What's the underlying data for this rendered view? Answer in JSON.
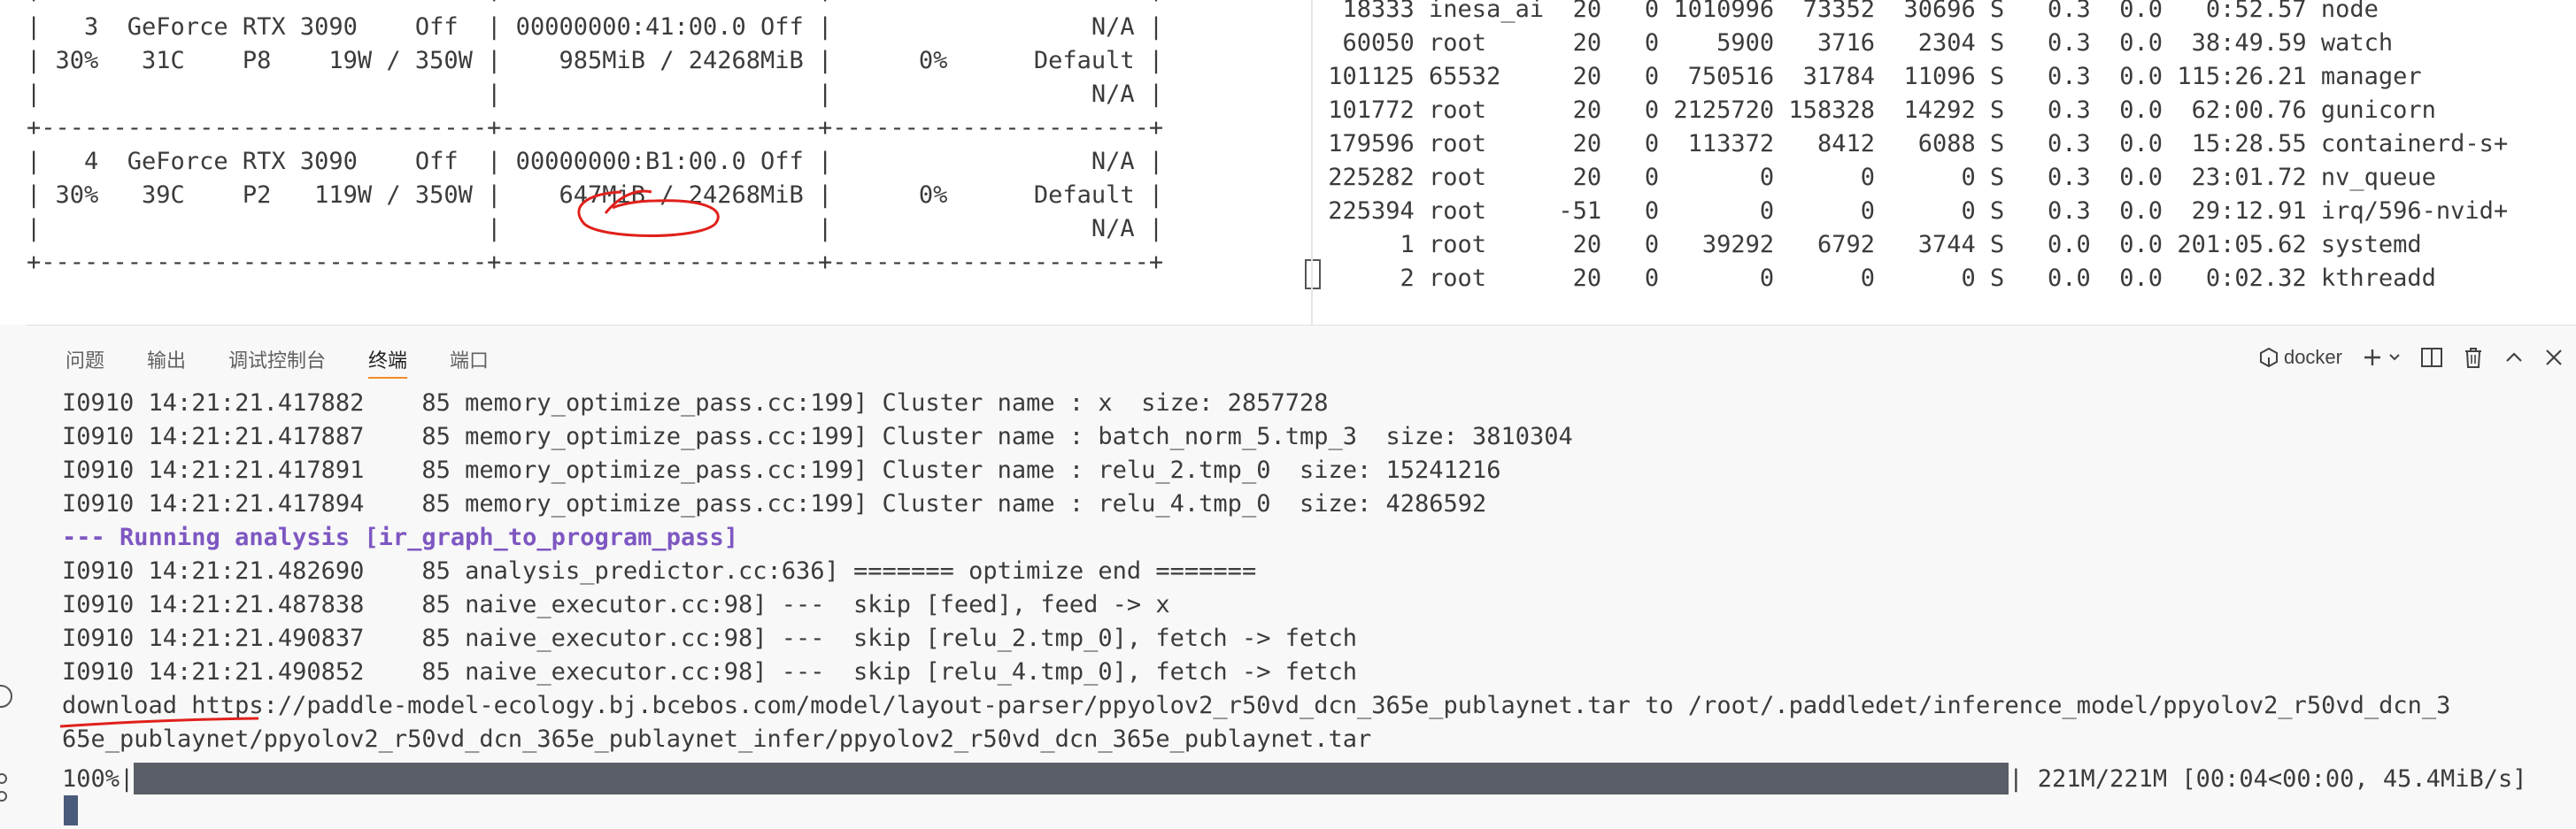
{
  "gpu_pane": {
    "lines": [
      "|   3  GeForce RTX 3090    Off  | 00000000:41:00.0 Off |                  N/A |",
      "| 30%   31C    P8    19W / 350W |    985MiB / 24268MiB |      0%      Default |",
      "|                               |                      |                  N/A |",
      "+-------------------------------+----------------------+----------------------+",
      "|   4  GeForce RTX 3090    Off  | 00000000:B1:00.0 Off |                  N/A |",
      "| 30%   39C    P2   119W / 350W |    647MiB / 24268MiB |      0%      Default |",
      "|                               |                      |                  N/A |",
      "+-------------------------------+----------------------+----------------------+"
    ],
    "top_partial_line": "+-------------------------------+----------------------+----------------------+"
  },
  "proc_pane": {
    "lines": [
      "  18333 inesa_ai  20   0 1010996  73352  30696 S   0.3  0.0   0:52.57 node",
      "  60050 root      20   0    5900   3716   2304 S   0.3  0.0  38:49.59 watch",
      " 101125 65532     20   0  750516  31784  11096 S   0.3  0.0 115:26.21 manager",
      " 101772 root      20   0 2125720 158328  14292 S   0.3  0.0  62:00.76 gunicorn",
      " 179596 root      20   0  113372   8412   6088 S   0.3  0.0  15:28.55 containerd-s+",
      " 225282 root      20   0       0      0      0 S   0.3  0.0  23:01.72 nv_queue",
      " 225394 root     -51   0       0      0      0 S   0.3  0.0  29:12.91 irq/596-nvid+",
      "      1 root      20   0   39292   6792   3744 S   0.0  0.0 201:05.62 systemd",
      "      2 root      20   0       0      0      0 S   0.0  0.0   0:02.32 kthreadd"
    ]
  },
  "panel": {
    "tabs": [
      "问题",
      "输出",
      "调试控制台",
      "终端",
      "端口"
    ],
    "active_tab": "终端",
    "terminal_profile": "docker",
    "icons": [
      "docker-icon",
      "plus-icon",
      "chevron-down-icon",
      "split-icon",
      "trash-icon",
      "maximize-icon",
      "close-icon"
    ]
  },
  "terminal": {
    "lines": [
      "I0910 14:21:21.417882    85 memory_optimize_pass.cc:199] Cluster name : x  size: 2857728",
      "I0910 14:21:21.417887    85 memory_optimize_pass.cc:199] Cluster name : batch_norm_5.tmp_3  size: 3810304",
      "I0910 14:21:21.417891    85 memory_optimize_pass.cc:199] Cluster name : relu_2.tmp_0  size: 15241216",
      "I0910 14:21:21.417894    85 memory_optimize_pass.cc:199] Cluster name : relu_4.tmp_0  size: 4286592",
      "--- Running analysis [ir_graph_to_program_pass]",
      "I0910 14:21:21.482690    85 analysis_predictor.cc:636] ======= optimize end =======",
      "I0910 14:21:21.487838    85 naive_executor.cc:98] ---  skip [feed], feed -> x",
      "I0910 14:21:21.490837    85 naive_executor.cc:98] ---  skip [relu_2.tmp_0], fetch -> fetch",
      "I0910 14:21:21.490852    85 naive_executor.cc:98] ---  skip [relu_4.tmp_0], fetch -> fetch",
      "download https://paddle-model-ecology.bj.bcebos.com/model/layout-parser/ppyolov2_r50vd_dcn_365e_publaynet.tar to /root/.paddledet/inference_model/ppyolov2_r50vd_dcn_3",
      "65e_publaynet/ppyolov2_r50vd_dcn_365e_publaynet_infer/ppyolov2_r50vd_dcn_365e_publaynet.tar"
    ],
    "progress_prefix": "100%|",
    "progress_fraction": 1.0,
    "progress_suffix": "| 221M/221M [00:04<00:00, 45.4MiB/s]"
  },
  "colors": {
    "section_text": "#7e57c2",
    "progress_fill": "#5a5e66",
    "annotation_red": "#e0201b",
    "active_tab_underline": "#f28c28"
  }
}
